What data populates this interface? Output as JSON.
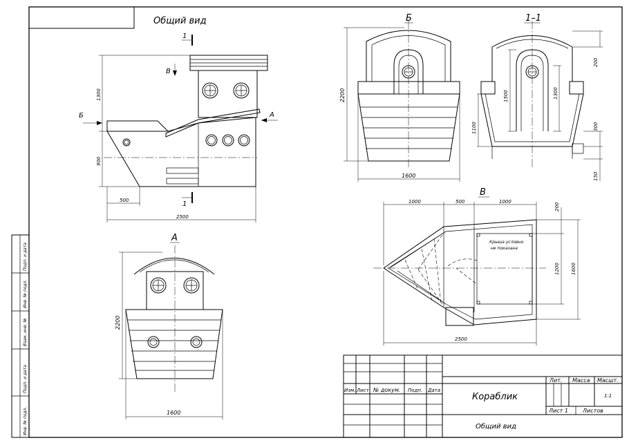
{
  "titles": {
    "general_view": "Общий вид",
    "section_1_1": "1–1",
    "view_b": "Б",
    "view_a": "А",
    "view_v": "В"
  },
  "markers": {
    "section_top": "1",
    "section_bottom": "1",
    "arrow_b": "Б",
    "arrow_a": "А",
    "arrow_v": "В"
  },
  "side_view_dims": {
    "h1300": "1300",
    "h900": "900",
    "w500": "500",
    "w2500": "2500"
  },
  "view_b_dims": {
    "h2200": "2200",
    "w1600": "1600"
  },
  "section_dims": {
    "h200": "200",
    "h1500": "1500",
    "h1300": "1300",
    "h1100": "1100",
    "h300": "300",
    "h150": "150"
  },
  "view_a_dims": {
    "h2200": "2200",
    "w1600": "1600"
  },
  "plan_dims": {
    "w1000a": "1000",
    "w500": "500",
    "w1000b": "1000",
    "h200": "200",
    "h1200": "1200",
    "h1600": "1600",
    "w2500": "2500"
  },
  "plan_note": {
    "line1": "Крыша условно",
    "line2": "не показана"
  },
  "side_stamp": [
    "Подп. и дата",
    "Инв. № подл.",
    "Взам. инв. №",
    "Подп. и дата",
    "Инв. № подл."
  ],
  "title_block": {
    "headers": [
      "Изм.",
      "Лист",
      "№ докум.",
      "Подп.",
      "Дата"
    ],
    "name": "Кораблик",
    "view": "Общий вид",
    "lit": "Лит.",
    "mass": "Масса",
    "scale_label": "Масшт.",
    "scale": "1:1",
    "sheet": "Лист 1",
    "sheets": "Листов"
  }
}
